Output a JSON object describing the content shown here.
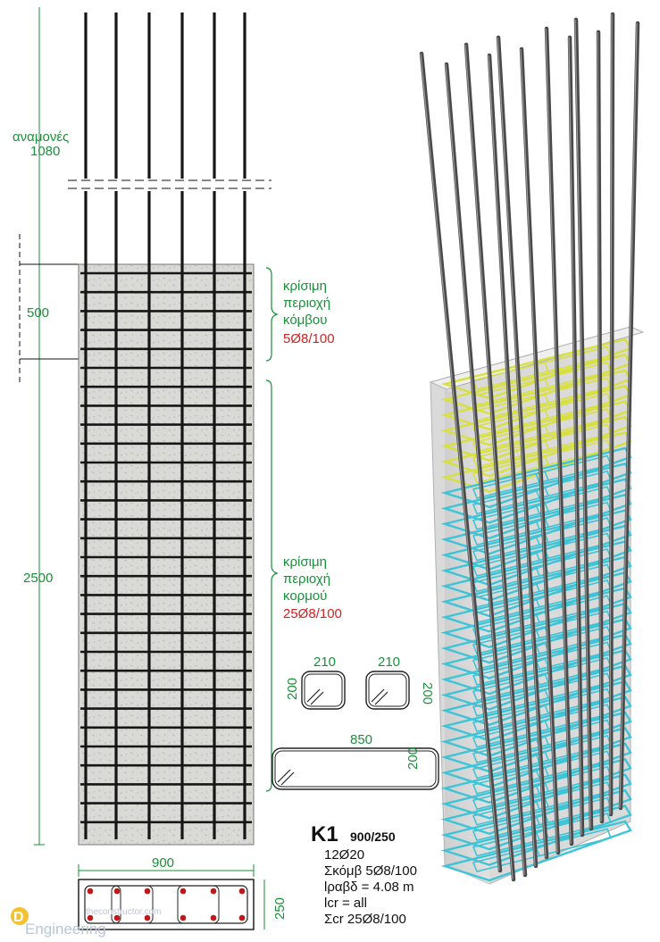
{
  "elevation": {
    "anamones_label": "αναμονές",
    "anamones_value": "1080",
    "dim_top": "500",
    "dim_main": "2500",
    "dim_width": "900",
    "dim_depth": "250"
  },
  "zones": {
    "node_line1": "κρίσιμη",
    "node_line2": "περιοχή",
    "node_line3": "κόμβου",
    "node_spec": "5Ø8/100",
    "body_line1": "κρίσιμη",
    "body_line2": "περιοχή",
    "body_line3": "κορμού",
    "body_spec": "25Ø8/100"
  },
  "stirrups": {
    "small_left_w": "210",
    "small_left_h": "200",
    "small_right_w": "210",
    "small_right_h": "200",
    "large_w": "850",
    "large_h": "200"
  },
  "spec": {
    "title": "K1",
    "size": "900/250",
    "line1": "12Ø20",
    "line2": "Σκόμβ 5Ø8/100",
    "line3": "lραβδ = 4.08 m",
    "line4": "lcr = all",
    "line5": "Σcr 25Ø8/100"
  },
  "watermark": {
    "site": "theconstructor.com",
    "brand": "Engineering"
  },
  "colors": {
    "dim_green": "#1a8f3a",
    "spec_red": "#d42020",
    "node_stirrup": "#d8e040",
    "body_stirrup": "#3ec4d6"
  }
}
